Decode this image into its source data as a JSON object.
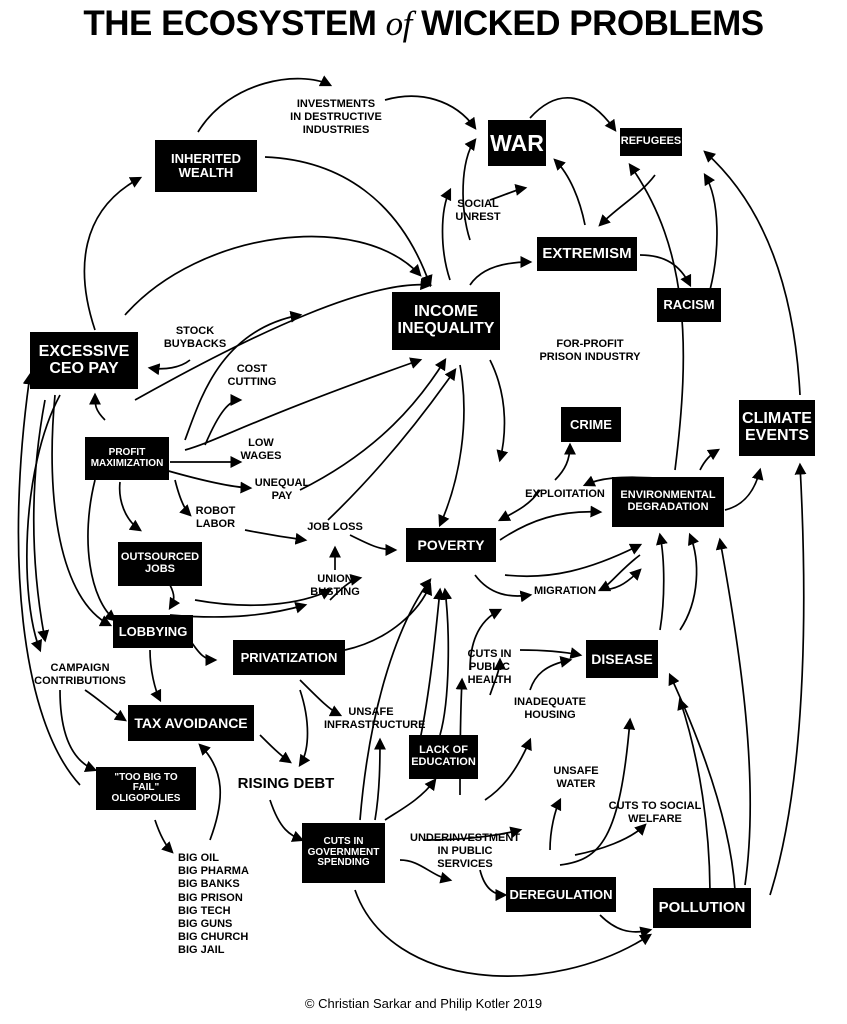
{
  "title": {
    "part1": "THE ECOSYSTEM",
    "of": "of",
    "part2": "WICKED PROBLEMS"
  },
  "boxes": {
    "war": "WAR",
    "refugees": "REFUGEES",
    "inherited_wealth": "INHERITED\nWEALTH",
    "extremism": "EXTREMISM",
    "income_inequality": "INCOME\nINEQUALITY",
    "racism": "RACISM",
    "excessive_ceo_pay": "EXCESSIVE\nCEO PAY",
    "crime": "CRIME",
    "climate_events": "CLIMATE\nEVENTS",
    "profit_maximization": "PROFIT\nMAXIMIZATION",
    "environmental_degradation": "ENVIRONMENTAL\nDEGRADATION",
    "poverty": "POVERTY",
    "outsourced_jobs": "OUTSOURCED\nJOBS",
    "lobbying": "LOBBYING",
    "privatization": "PRIVATIZATION",
    "disease": "DISEASE",
    "tax_avoidance": "TAX AVOIDANCE",
    "lack_of_education": "LACK OF\nEDUCATION",
    "too_big_to_fail": "\"TOO BIG TO FAIL\"\nOLIGOPOLIES",
    "cuts_gov_spending": "CUTS IN\nGOVERNMENT\nSPENDING",
    "deregulation": "DEREGULATION",
    "pollution": "POLLUTION"
  },
  "labels": {
    "investments": "INVESTMENTS\nIN DESTRUCTIVE\nINDUSTRIES",
    "social_unrest": "SOCIAL\nUNREST",
    "stock_buybacks": "STOCK\nBUYBACKS",
    "cost_cutting": "COST\nCUTTING",
    "for_profit_prison": "FOR-PROFIT\nPRISON INDUSTRY",
    "low_wages": "LOW\nWAGES",
    "unequal_pay": "UNEQUAL\nPAY",
    "exploitation": "EXPLOITATION",
    "robot_labor": "ROBOT\nLABOR",
    "job_loss": "JOB LOSS",
    "union_busting": "UNION\nBUSTING",
    "migration": "MIGRATION",
    "campaign_contributions": "CAMPAIGN\nCONTRIBUTIONS",
    "cuts_public_health": "CUTS IN\nPUBLIC\nHEALTH",
    "unsafe_infrastructure": "UNSAFE\nINFRASTRUCTURE",
    "inadequate_housing": "INADEQUATE\nHOUSING",
    "rising_debt": "RISING DEBT",
    "unsafe_water": "UNSAFE\nWATER",
    "cuts_social_welfare": "CUTS TO SOCIAL\nWELFARE",
    "underinvestment": "UNDERINVESTMENT\nIN PUBLIC SERVICES",
    "big_list": "BIG OIL\nBIG PHARMA\nBIG BANKS\nBIG PRISON\nBIG TECH\nBIG GUNS\nBIG CHURCH\nBIG JAIL"
  },
  "copyright": "© Christian Sarkar and Philip Kotler 2019"
}
